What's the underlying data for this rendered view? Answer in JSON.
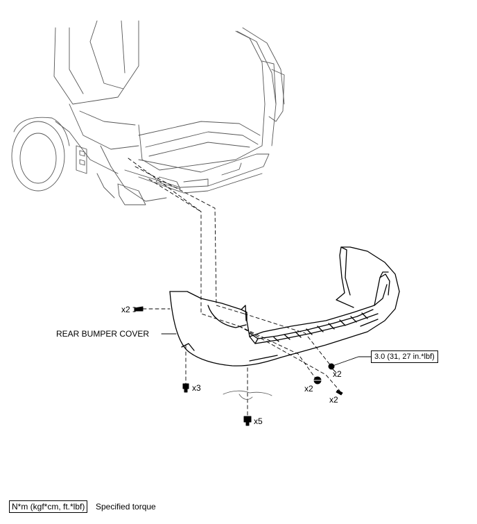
{
  "callouts": {
    "part_name": "REAR BUMPER COVER",
    "qty_upper_left": "x2",
    "qty_clips_lower": "x3",
    "qty_clips_bottom": "x5",
    "qty_bolt_right_a": "x2",
    "qty_bolt_right_b": "x2",
    "qty_screw_right": "x2"
  },
  "torque_spec": {
    "value": "3.0 (31, 27 in.*lbf)"
  },
  "legend": {
    "unit_box": "N*m (kgf*cm, ft.*lbf)",
    "description": "Specified torque"
  },
  "colors": {
    "line": "#000000",
    "background": "#ffffff",
    "ghost": "#555555"
  }
}
